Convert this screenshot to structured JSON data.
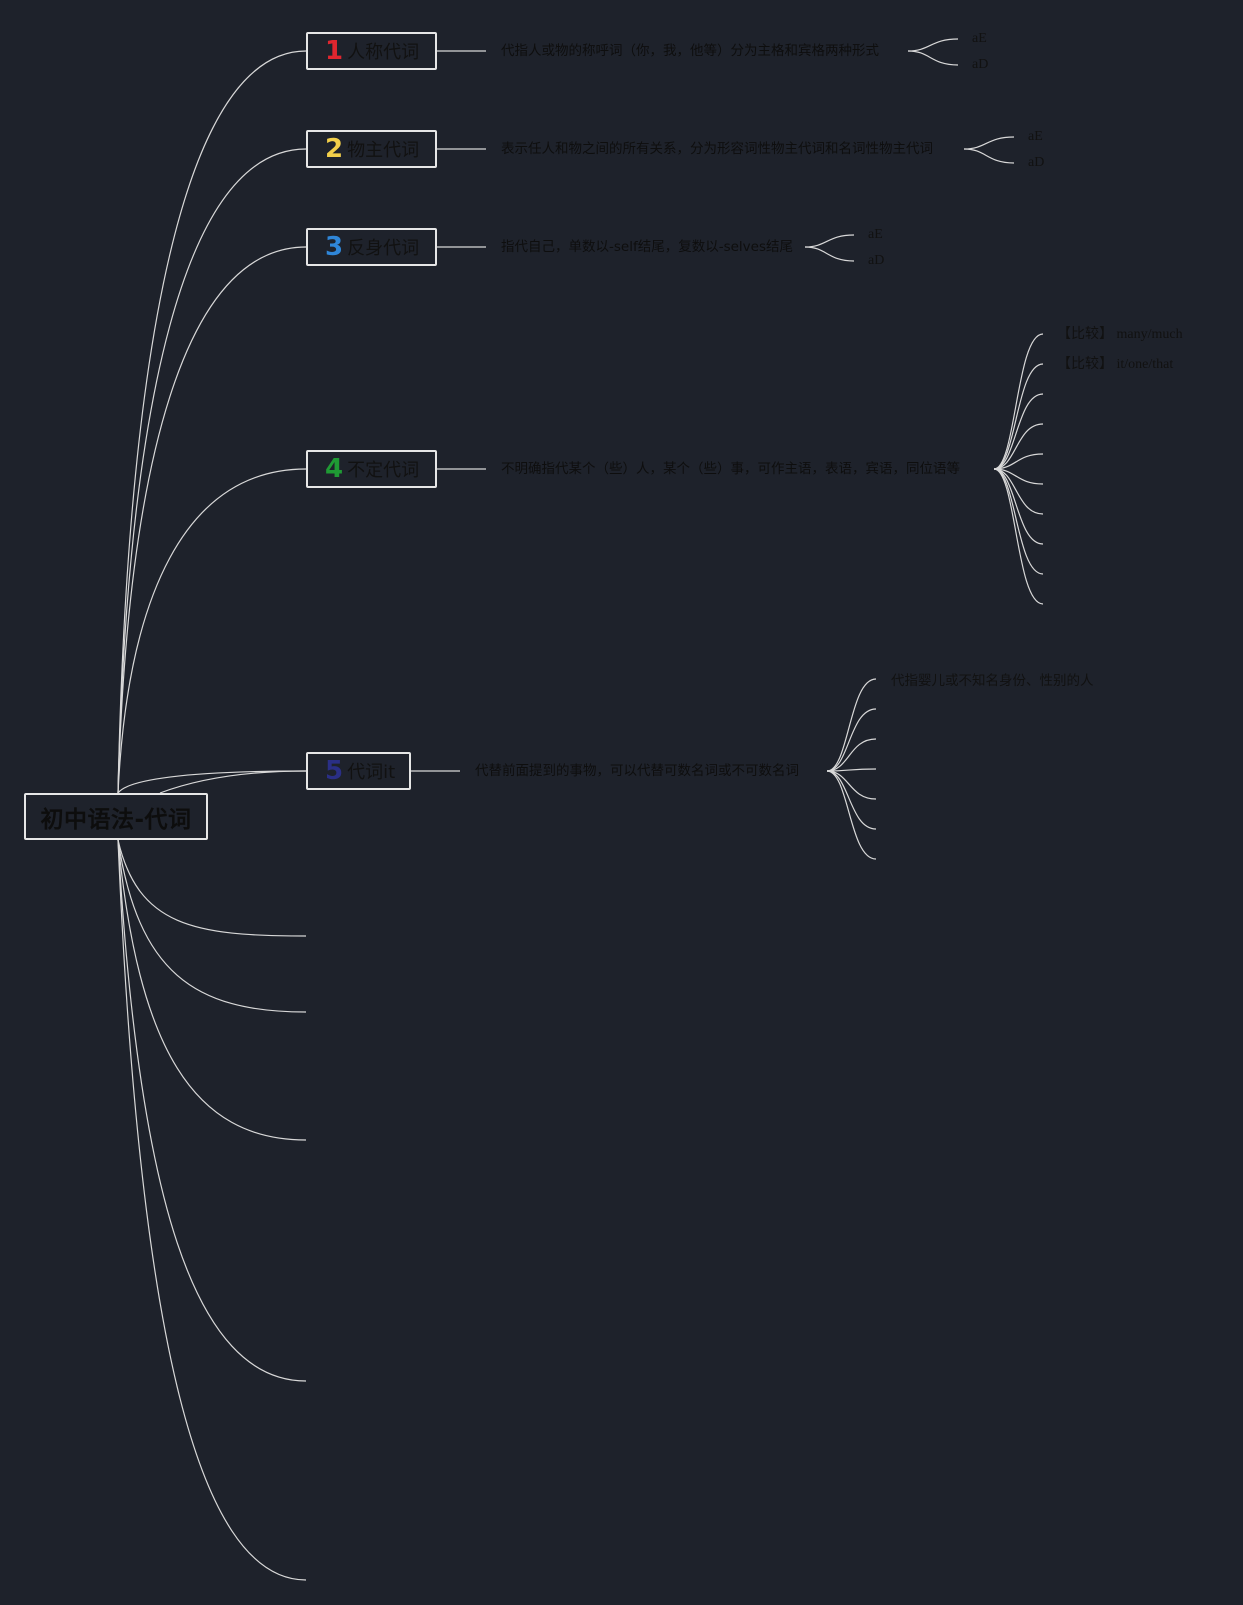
{
  "root": {
    "label": "初中语法-代词"
  },
  "topics": [
    {
      "number": "1",
      "number_color": "#e0262f",
      "label": "人称代词",
      "description": "代指人或物的称呼词（你，我，他等）分为主格和宾格两种形式",
      "leaves": [
        "aE",
        "aD"
      ]
    },
    {
      "number": "2",
      "number_color": "#f2cf4a",
      "label": "物主代词",
      "description": "表示任人和物之间的所有关系，分为形容词性物主代词和名词性物主代词",
      "leaves": [
        "aE",
        "aD"
      ]
    },
    {
      "number": "3",
      "number_color": "#2f86d8",
      "label": "反身代词",
      "description": "指代自己，单数以-self结尾，复数以-selves结尾",
      "leaves": [
        "aE",
        "aD"
      ]
    },
    {
      "number": "4",
      "number_color": "#1f9a34",
      "label": "不定代词",
      "description": "不明确指代某个（些）人，某个（些）事，可作主语，表语，宾语，同位语等",
      "leaves": [
        "【比较】 many/much",
        "【比较】 it/one/that"
      ]
    },
    {
      "number": "5",
      "number_color": "#2a2f86",
      "label": "代词it",
      "description": "代替前面提到的事物，可以代替可数名词或不可数名词",
      "leaves": [
        "代指婴儿或不知名身份、性别的人"
      ]
    }
  ]
}
